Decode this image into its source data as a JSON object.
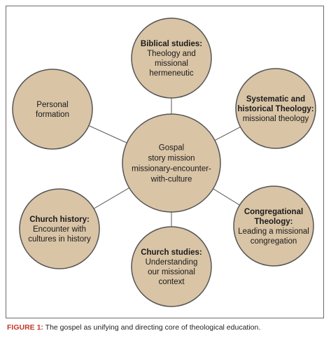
{
  "caption": {
    "label": "FIGURE 1:",
    "text": " The gospel as unifying and directing core of theological education."
  },
  "colors": {
    "node_fill": "#d9c4a6",
    "node_stroke": "#555555",
    "connector": "#555555",
    "caption_label": "#c0392b"
  },
  "center": {
    "lines": [
      "Gospal",
      "story mission",
      "missionary-encounter-",
      "with-culture"
    ]
  },
  "nodes": [
    {
      "id": "biblical-studies",
      "bold": [
        "Biblical studies:"
      ],
      "lines": [
        "Theology and",
        "missional",
        "hermeneutic"
      ]
    },
    {
      "id": "systematic-theology",
      "bold": [
        "Systematic and",
        "historical Theology:"
      ],
      "lines": [
        "missional theology"
      ]
    },
    {
      "id": "congregational-theology",
      "bold": [
        "Congregational",
        "Theology:"
      ],
      "lines": [
        "Leading a missional",
        "congregation"
      ]
    },
    {
      "id": "church-studies",
      "bold": [
        "Church studies:"
      ],
      "lines": [
        "Understanding",
        "our missional",
        "context"
      ]
    },
    {
      "id": "church-history",
      "bold": [
        "Church history:"
      ],
      "lines": [
        "Encounter with",
        "cultures in history"
      ]
    },
    {
      "id": "personal-formation",
      "bold": [],
      "lines": [
        "Personal",
        "formation"
      ]
    }
  ]
}
